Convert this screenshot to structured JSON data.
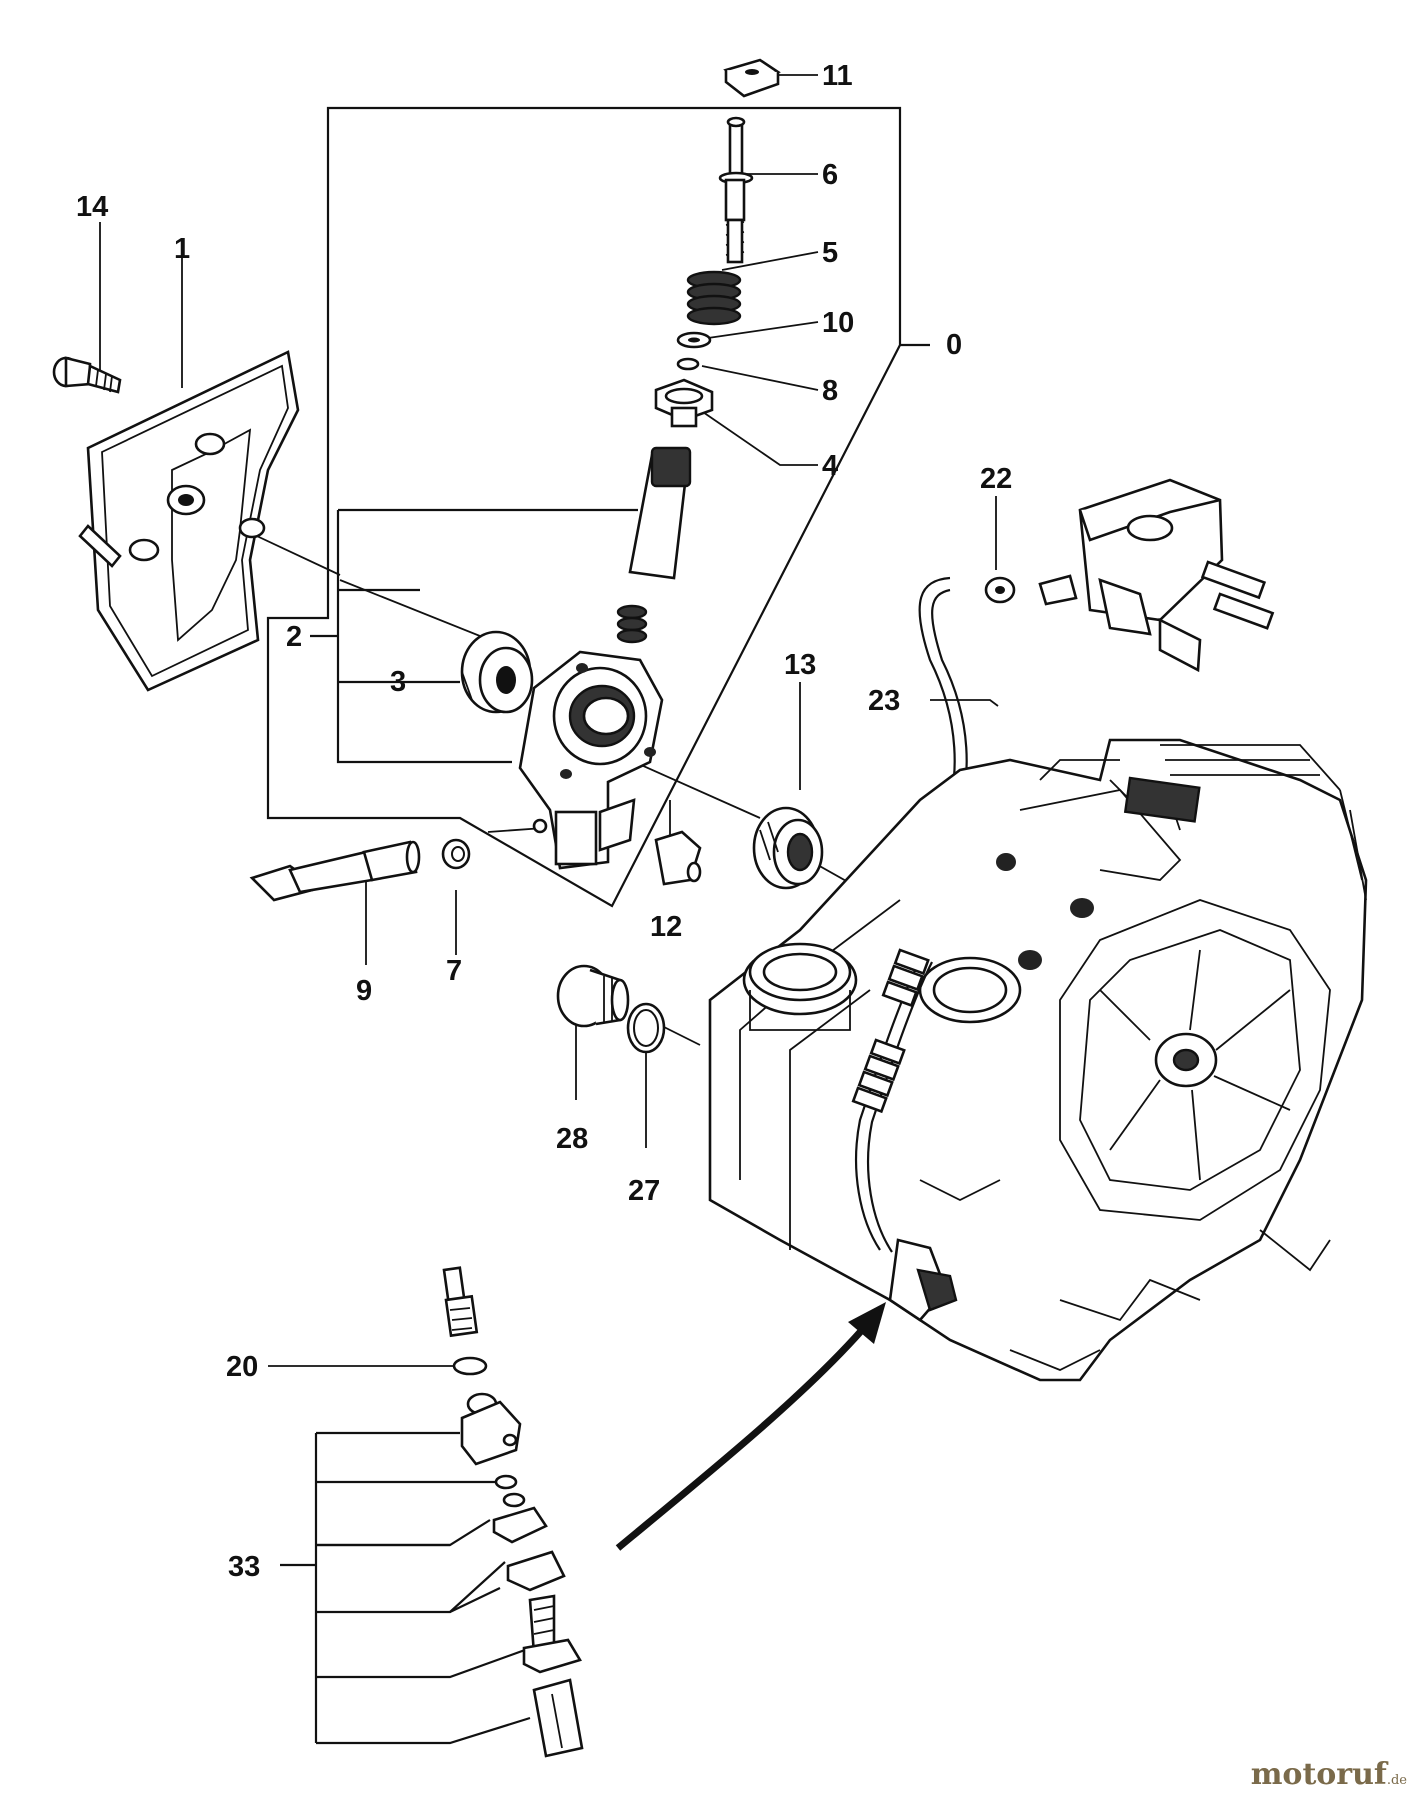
{
  "callouts": {
    "c0": "0",
    "c1": "1",
    "c2": "2",
    "c3": "3",
    "c4": "4",
    "c5": "5",
    "c6": "6",
    "c7": "7",
    "c8": "8",
    "c9": "9",
    "c10": "10",
    "c11": "11",
    "c12": "12",
    "c13": "13",
    "c14": "14",
    "c20": "20",
    "c22": "22",
    "c23": "23",
    "c27": "27",
    "c28": "28",
    "c33": "33"
  },
  "watermark": {
    "brand": "motoruf",
    "suffix": ".de"
  }
}
